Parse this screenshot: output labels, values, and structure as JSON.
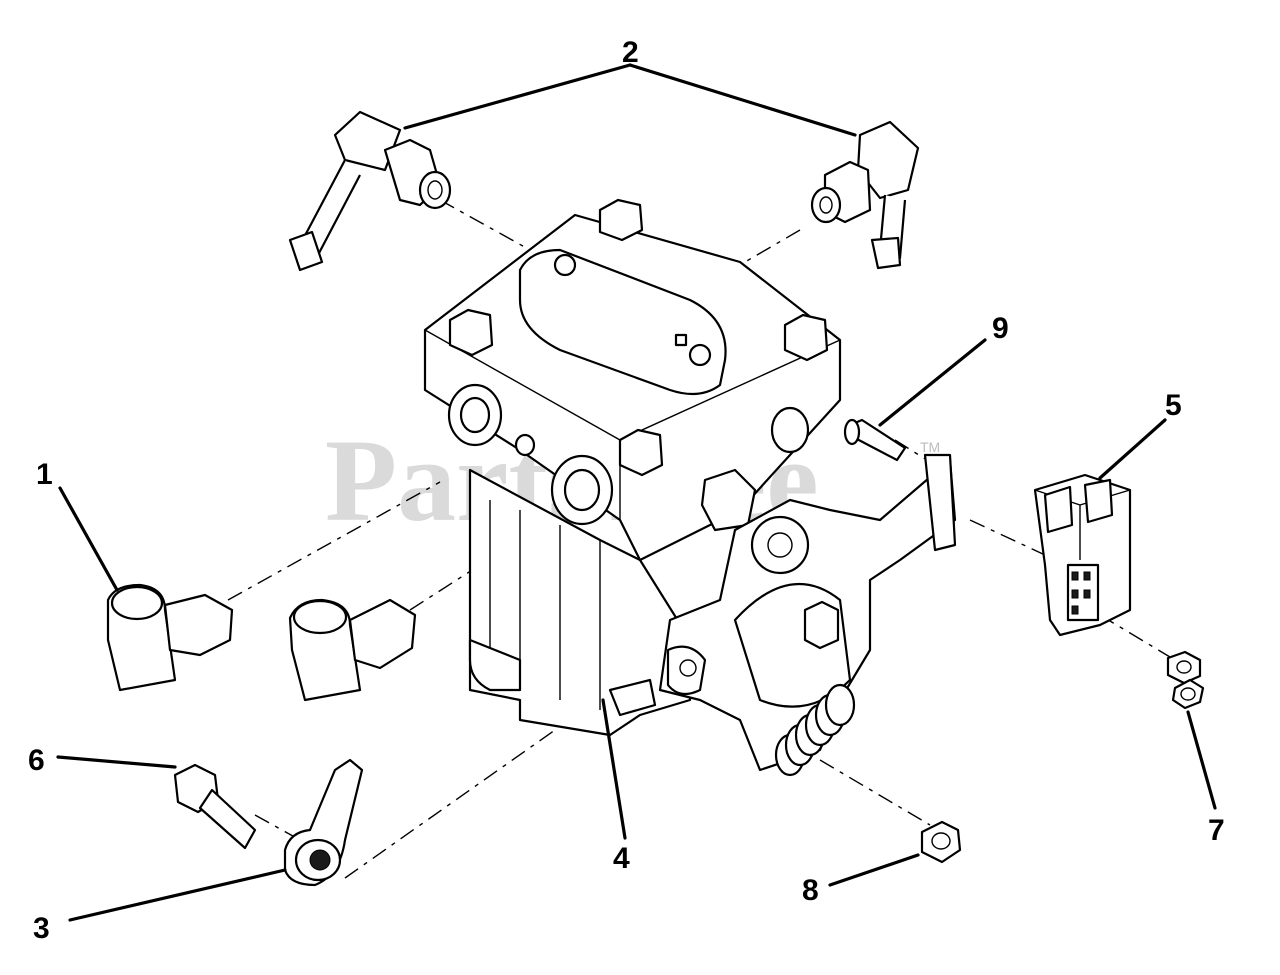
{
  "watermark": {
    "text": "PartsTree",
    "trademark": "TM"
  },
  "callouts": [
    {
      "id": "1",
      "label": "1"
    },
    {
      "id": "2",
      "label": "2"
    },
    {
      "id": "3",
      "label": "3"
    },
    {
      "id": "4",
      "label": "4"
    },
    {
      "id": "5",
      "label": "5"
    },
    {
      "id": "6",
      "label": "6"
    },
    {
      "id": "7",
      "label": "7"
    },
    {
      "id": "8",
      "label": "8"
    },
    {
      "id": "9",
      "label": "9"
    }
  ],
  "colors": {
    "line": "#000000",
    "watermark": "#bdbdbd",
    "background": "#ffffff"
  }
}
